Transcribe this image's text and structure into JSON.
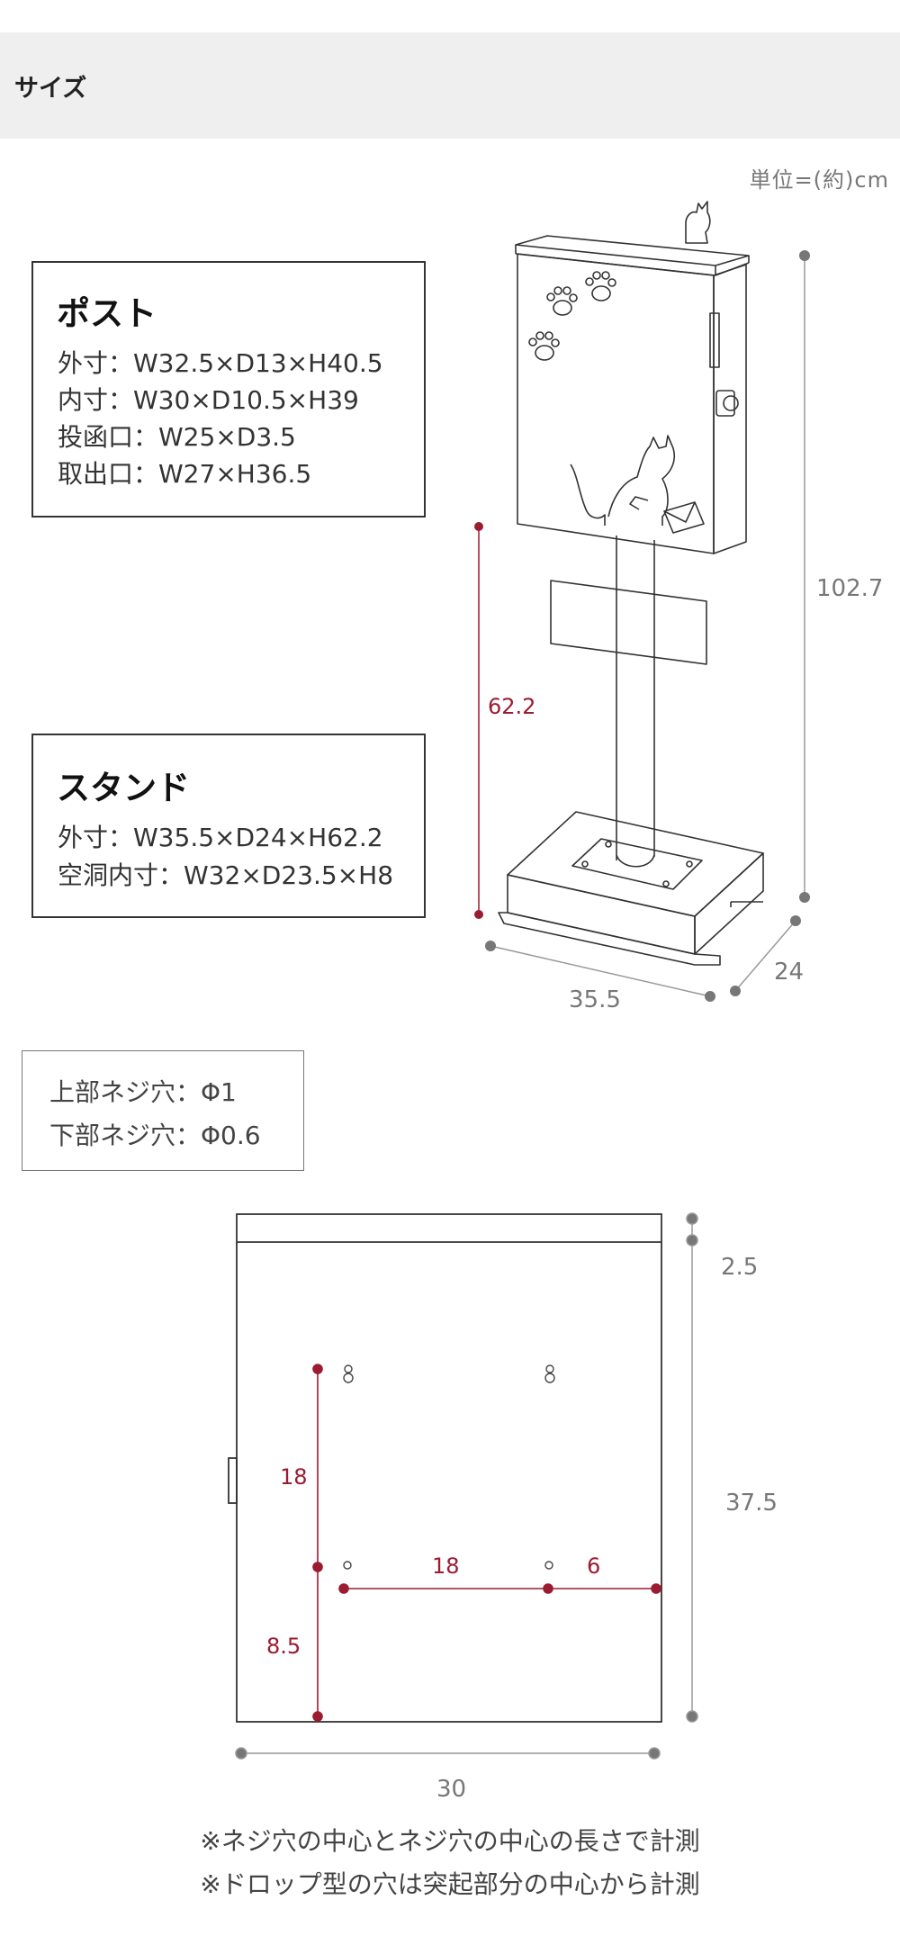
{
  "header": {
    "title": "サイズ"
  },
  "unit_label": "単位=(約)cm",
  "post_spec": {
    "title": "ポスト",
    "lines": [
      "外寸：W32.5×D13×H40.5",
      "内寸：W30×D10.5×H39",
      "投函口：W25×D3.5",
      "取出口：W27×H36.5"
    ]
  },
  "stand_spec": {
    "title": "スタンド",
    "lines": [
      "外寸：W35.5×D24×H62.2",
      "空洞内寸：W32×D23.5×H8"
    ]
  },
  "screw_spec": {
    "lines": [
      "上部ネジ穴：Φ1",
      "下部ネジ穴：Φ0.6"
    ]
  },
  "front_dims": {
    "total_height": "102.7",
    "stand_height": "62.2",
    "width": "35.5",
    "depth": "24"
  },
  "back_dims": {
    "top_band": "2.5",
    "body_height": "37.5",
    "width": "30",
    "upper_to_lower_hole": "18",
    "hole_spacing": "18",
    "hole_to_edge": "6",
    "lower_hole_to_bottom": "8.5"
  },
  "notes": [
    "※ネジ穴の中心とネジ穴の中心の長さで計測",
    "※ドロップ型の穴は突起部分の中心から計測"
  ],
  "colors": {
    "header_bg": "#efefef",
    "accent_red": "#9b1b30",
    "dim_gray": "#777777"
  }
}
